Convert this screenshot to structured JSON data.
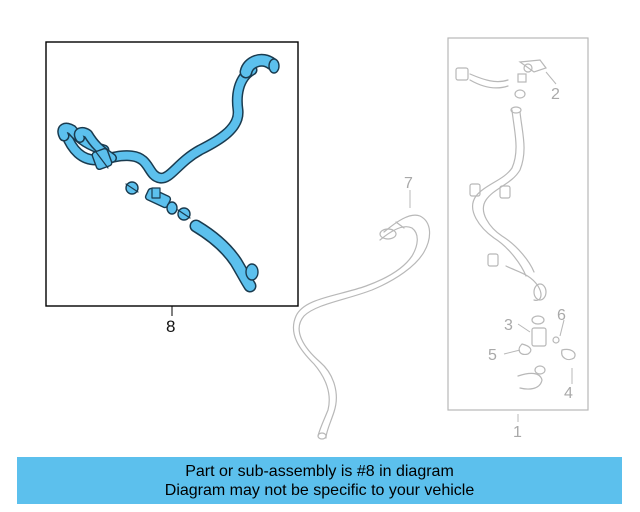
{
  "diagram": {
    "callouts": {
      "part_1": "1",
      "part_2": "2",
      "part_3": "3",
      "part_4": "4",
      "part_5": "5",
      "part_6": "6",
      "part_7": "7",
      "part_8": "8"
    },
    "highlight_part": "8"
  },
  "banner": {
    "line1": "Part or sub-assembly is #8 in diagram",
    "line2": "Diagram may not be specific to your vehicle"
  },
  "colors": {
    "highlight": "#5cc0ed",
    "faded_line": "#b5b5b5",
    "box_border": "#000000"
  }
}
